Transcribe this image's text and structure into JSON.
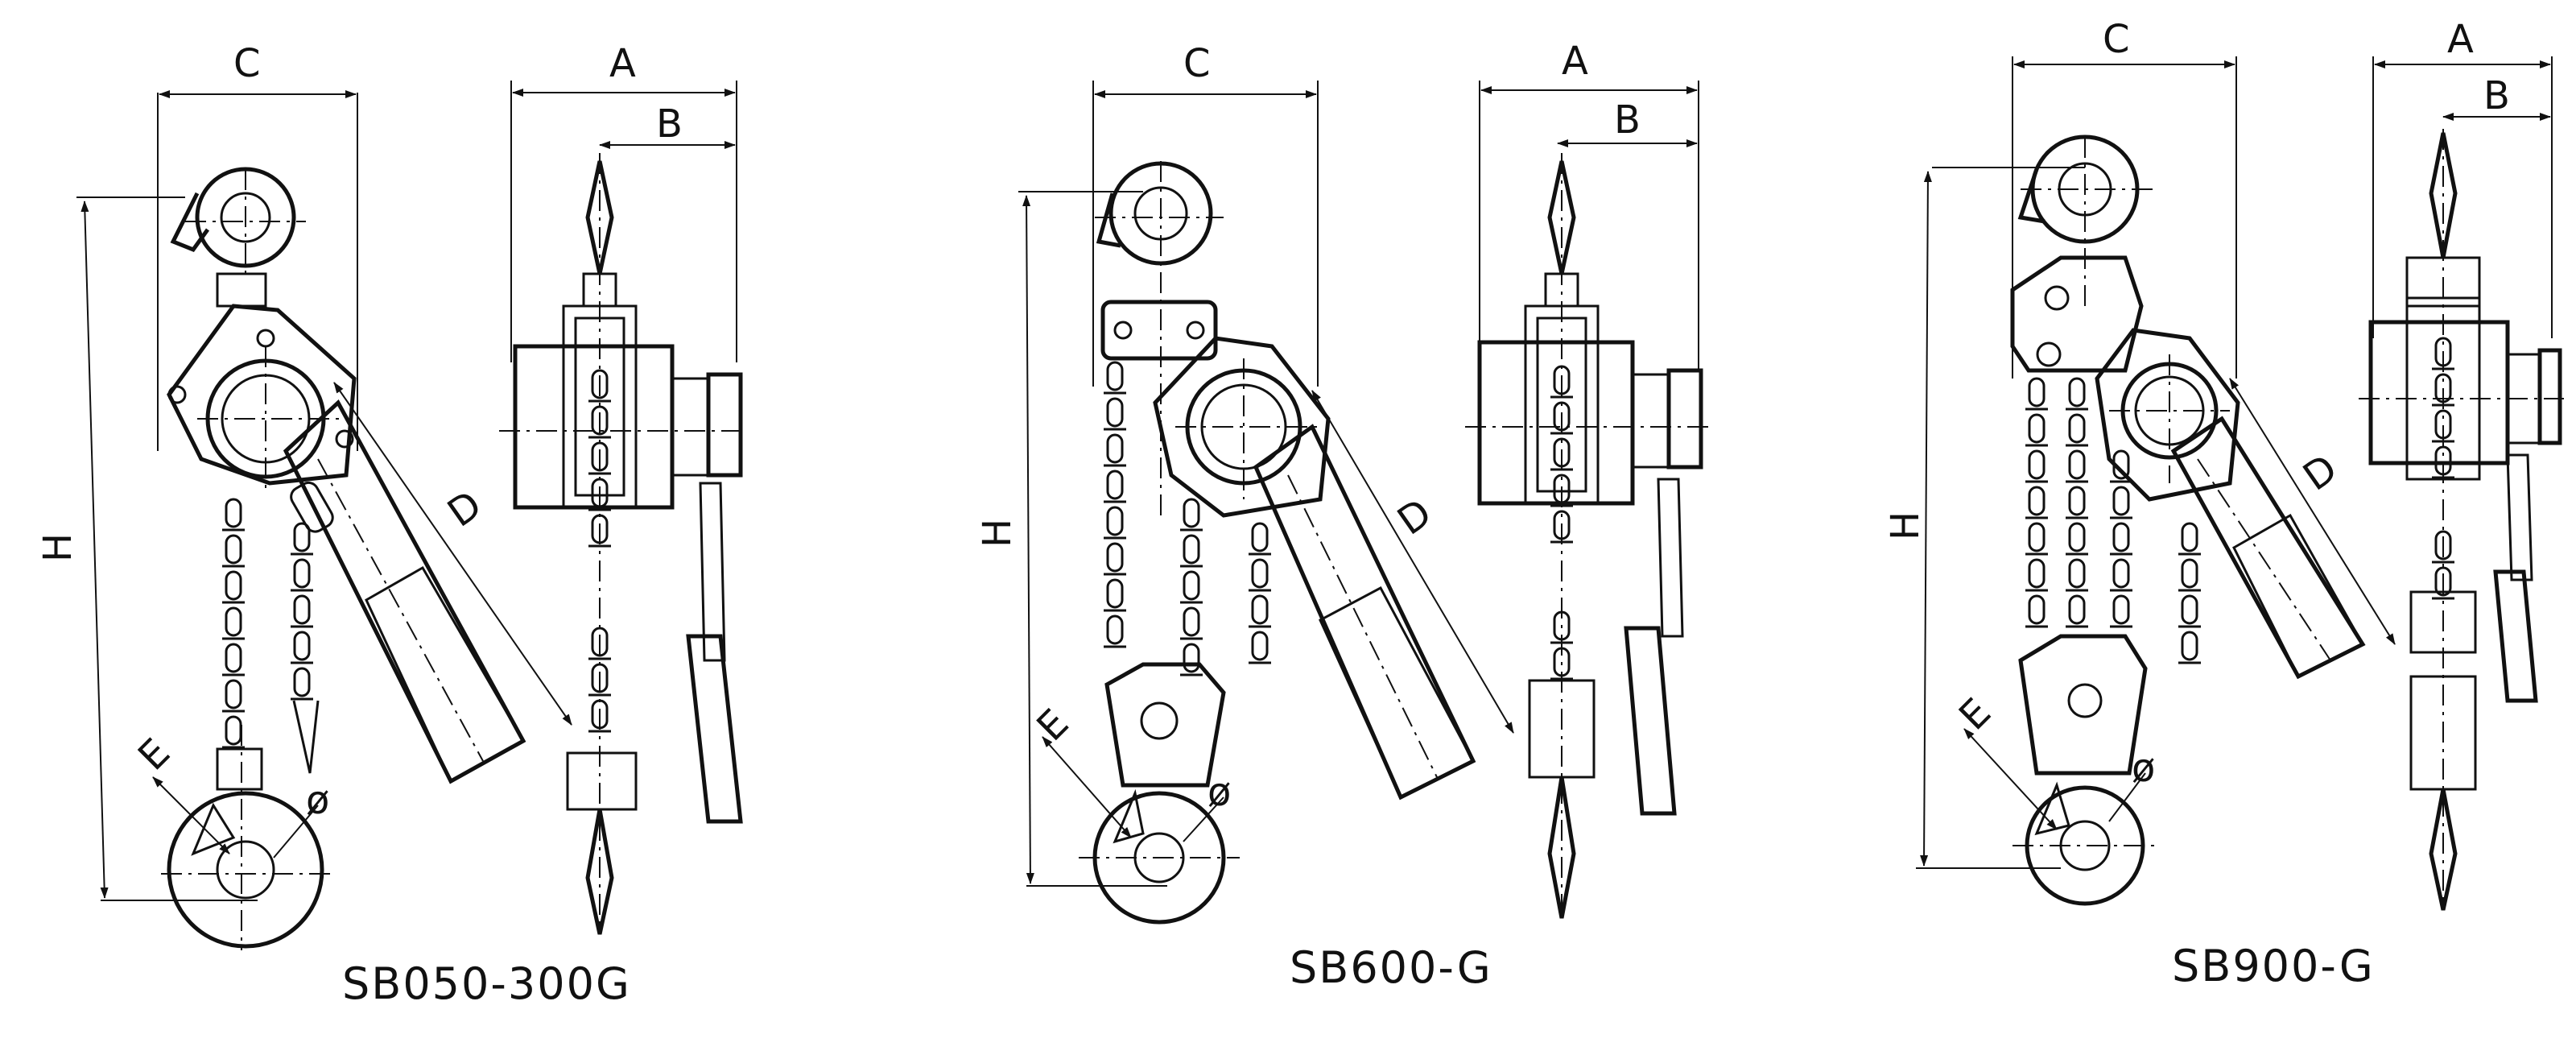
{
  "drawing": {
    "dimension_labels": {
      "A": "A",
      "B": "B",
      "C": "C",
      "D": "D",
      "E": "E",
      "H": "H",
      "phi": "ø"
    },
    "models": [
      {
        "id": "sb050",
        "caption": "SB050-300G"
      },
      {
        "id": "sb600",
        "caption": "SB600-G"
      },
      {
        "id": "sb900",
        "caption": "SB900-G"
      }
    ]
  },
  "colors": {
    "line": "#111111",
    "background": "#ffffff"
  }
}
